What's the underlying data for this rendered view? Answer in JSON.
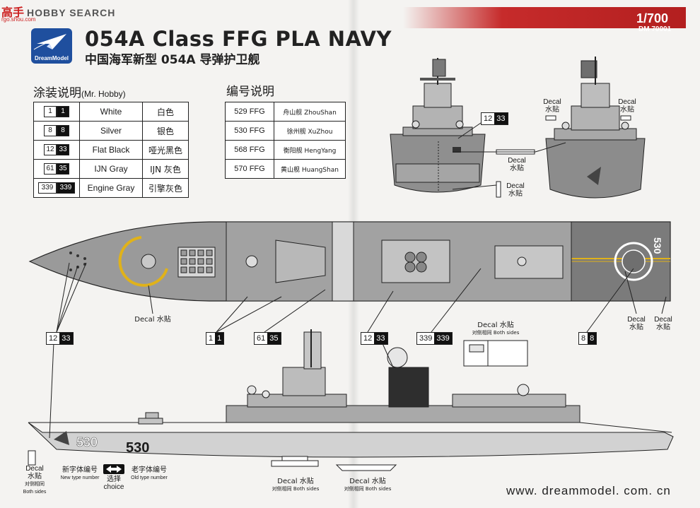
{
  "watermark": {
    "cn": "高手",
    "en": "HOBBY SEARCH",
    "url": "rgo.shou.com"
  },
  "header": {
    "logo_text": "DreamModel",
    "title": "054A Class FFG PLA NAVY",
    "subtitle": "中国海军新型 054A 导弹护卫舰",
    "scale": "1/700",
    "catalog": "DM 70001"
  },
  "paint_guide": {
    "heading": "涂装说明",
    "brand": "(Mr. Hobby)",
    "rows": [
      {
        "code_a": "1",
        "code_b": "1",
        "name": "White",
        "cn": "白色"
      },
      {
        "code_a": "8",
        "code_b": "8",
        "name": "Silver",
        "cn": "银色"
      },
      {
        "code_a": "12",
        "code_b": "33",
        "name": "Flat Black",
        "cn": "哑光黑色"
      },
      {
        "code_a": "61",
        "code_b": "35",
        "name": "IJN Gray",
        "cn": "IJN 灰色"
      },
      {
        "code_a": "339",
        "code_b": "339",
        "name": "Engine Gray",
        "cn": "引擎灰色"
      }
    ]
  },
  "number_guide": {
    "heading": "编号说明",
    "rows": [
      {
        "hull": "529 FFG",
        "ship": "舟山舰 ZhouShan"
      },
      {
        "hull": "530 FFG",
        "ship": "徐州舰 XuZhou"
      },
      {
        "hull": "568 FFG",
        "ship": "衡阳舰 HengYang"
      },
      {
        "hull": "570 FFG",
        "ship": "黄山舰 HuangShan"
      }
    ]
  },
  "callouts": {
    "c1233a": {
      "a": "12",
      "b": "33"
    },
    "c1233b": {
      "a": "12",
      "b": "33"
    },
    "c1233c": {
      "a": "12",
      "b": "33"
    },
    "c11": {
      "a": "1",
      "b": "1"
    },
    "c6135": {
      "a": "61",
      "b": "35"
    },
    "c339": {
      "a": "339",
      "b": "339"
    },
    "c88": {
      "a": "8",
      "b": "8"
    }
  },
  "labels": {
    "decal_cn": "Decal 水贴",
    "decal": "Decal",
    "cn_decal": "水贴",
    "both_sides_cn": "对侧相同",
    "both_sides": "Both sides",
    "both_sides_full": "对侧相同 Both sides",
    "new_type_cn": "新字体编号",
    "new_type": "New type number",
    "old_type_cn": "老字体编号",
    "old_type": "Old type number",
    "select_cn": "选择",
    "choice": "choice",
    "deck_number": "530",
    "hull_new": "530",
    "hull_old": "530"
  },
  "footer": {
    "url": "www. dreammodel. com. cn"
  },
  "colors": {
    "hull_gray": "#8c8c8c",
    "deck_gray": "#9a9a9a",
    "flight_deck": "#7a7a7a",
    "heli_yellow": "#e0b21a",
    "brand_blue": "#1f4f9e",
    "accent_red": "#c62b2b"
  }
}
